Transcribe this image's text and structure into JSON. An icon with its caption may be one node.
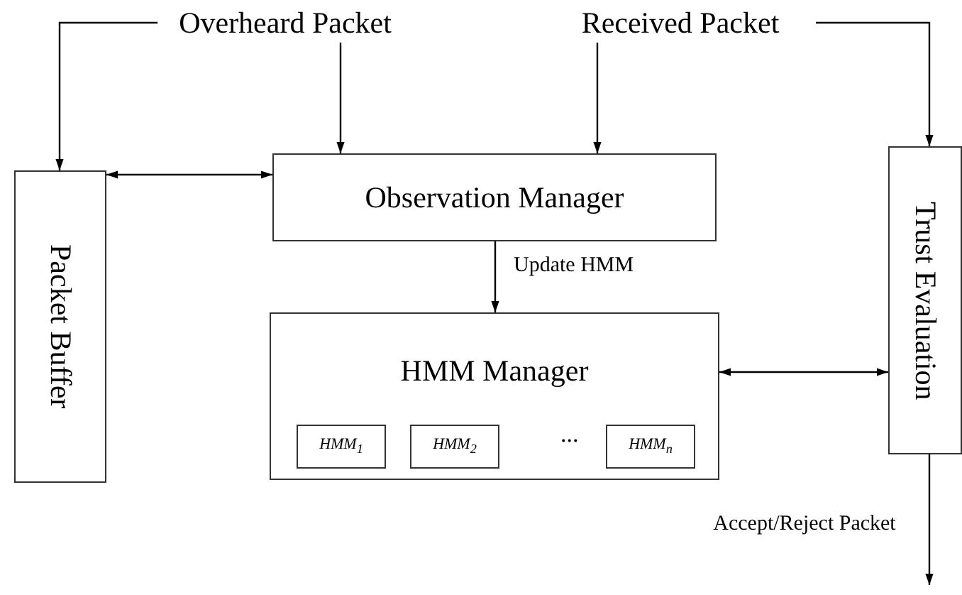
{
  "diagram": {
    "nodes": [
      {
        "text": [
          "Overheard Packet"
        ]
      },
      {
        "text": [
          "Received Packet"
        ]
      },
      {
        "text": [
          "Packet Buffer"
        ]
      },
      {
        "text": [
          "Observation Manager"
        ]
      },
      {
        "text": [
          "HMM Manager"
        ]
      },
      {
        "text": [
          "HMM$_{1}$"
        ],
        "in": 4
      },
      {
        "text": [
          "HMM$_{2}$"
        ],
        "in": 4
      },
      {
        "text": [
          "HMM$_{n}$"
        ],
        "in": 4
      },
      {
        "text": [
          "Trust Evaluation"
        ]
      }
    ],
    "edges": [
      {
        "from": 0,
        "to": 2,
        "arrow": "to"
      },
      {
        "from": 0,
        "to": 3,
        "arrow": "to"
      },
      {
        "from": 1,
        "to": 3,
        "arrow": "to"
      },
      {
        "from": 1,
        "to": 8,
        "arrow": "to"
      },
      {
        "from": 2,
        "to": 3,
        "arrow": "both"
      },
      {
        "from": 3,
        "to": 4,
        "arrow": "to",
        "label": "Update HMM"
      },
      {
        "from": 4,
        "to": 8,
        "arrow": "both"
      },
      {
        "from": 8,
        "to": null,
        "arrow": "to",
        "label": "Accept/Reject Packet"
      }
    ],
    "labels": [
      "..."
    ]
  }
}
